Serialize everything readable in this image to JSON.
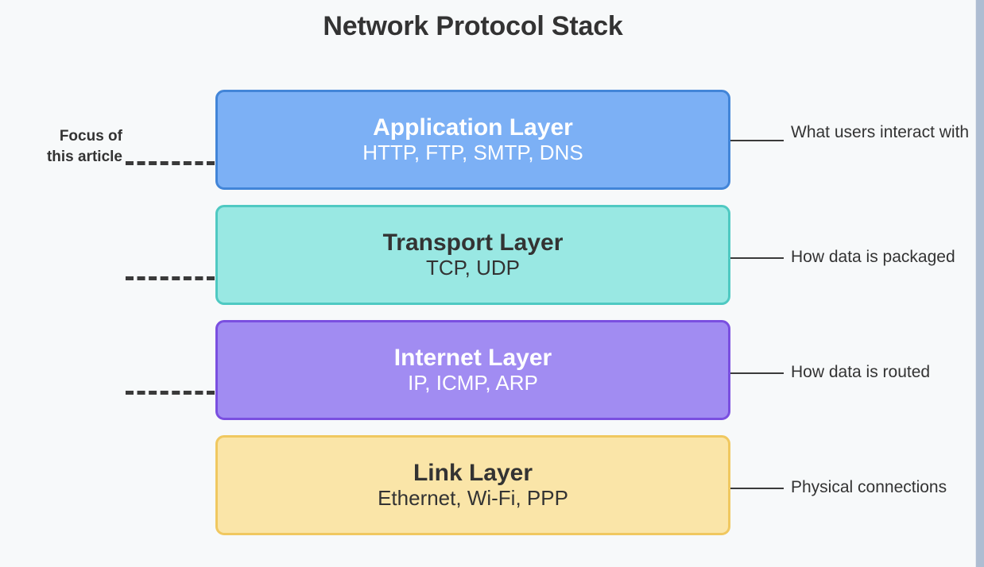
{
  "diagram": {
    "title": "Network Protocol Stack",
    "title_color": "#333333",
    "background_color": "#f7f9fa"
  },
  "focus_callout": {
    "line1": "Focus of",
    "line2": "this article",
    "connector_style": "dashed",
    "connector_color": "#3a3a3a",
    "attached_layers": [
      "Application Layer",
      "Transport Layer",
      "Internet Layer"
    ]
  },
  "layers": [
    {
      "name": "Application Layer",
      "protocols": "HTTP, FTP, SMTP, DNS",
      "note": "What users interact with",
      "fill": "#7cb0f5",
      "border": "#4285d8",
      "text_color": "#ffffff",
      "has_dash_connector": true
    },
    {
      "name": "Transport Layer",
      "protocols": "TCP, UDP",
      "note": "How data is packaged",
      "fill": "#99e8e3",
      "border": "#4fc9c2",
      "text_color": "#333333",
      "has_dash_connector": true
    },
    {
      "name": "Internet Layer",
      "protocols": "IP, ICMP, ARP",
      "note": "How data is routed",
      "fill": "#a18cf2",
      "border": "#7a4fe0",
      "text_color": "#ffffff",
      "has_dash_connector": true
    },
    {
      "name": "Link Layer",
      "protocols": "Ethernet, Wi-Fi, PPP",
      "note": "Physical connections",
      "fill": "#fae5a8",
      "border": "#f0c860",
      "text_color": "#333333",
      "has_dash_connector": false
    }
  ],
  "scrollbar": {
    "thumb_color": "#aebdd2",
    "position": "right"
  }
}
